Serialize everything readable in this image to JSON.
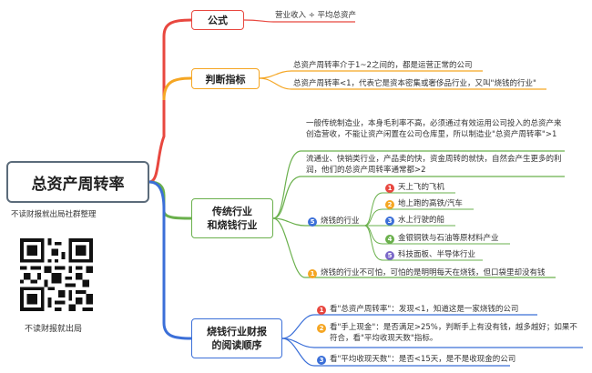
{
  "root": "总资产周转率",
  "side": {
    "caption": "不读财报就出局社群整理",
    "qr_label": "不读财报就出局"
  },
  "colors": {
    "red": "#e8473f",
    "orange": "#f5a623",
    "green": "#6ab04c",
    "blue": "#3b6fd8",
    "purple": "#7b68c8",
    "root_border": "#5b6b7a"
  },
  "branches": {
    "formula": {
      "title": "公式",
      "items": [
        "营业收入 ÷ 平均总资产"
      ]
    },
    "judgement": {
      "title": "判断指标",
      "items": [
        "总资产周转率介于1~2之间的，都是运营正常的公司",
        "总资产周转率<1，代表它是资本密集或奢侈品行业，又叫\"烧钱的行业\""
      ]
    },
    "industry": {
      "title_line1": "传统行业",
      "title_line2": "和烧钱行业",
      "para1": "一般传统制造业，本身毛利率不高，必须通过有效运用公司投入的总资产来创造营收，不能让资产闲置在公司仓库里，所以制造业\"总资产周转率\">1",
      "para2": "流通业、快销类行业，产品卖的快，资金周转的就快，自然会产生更多的利润，他们的总资产周转率通常都>2",
      "burn_label": "烧钱的行业",
      "burn_items": [
        {
          "num": "1",
          "text": "天上飞的飞机"
        },
        {
          "num": "2",
          "text": "地上跑的高铁/汽车"
        },
        {
          "num": "3",
          "text": "水上行驶的船"
        },
        {
          "num": "4",
          "text": "金银铜铁与石油等原材料产业"
        },
        {
          "num": "5",
          "text": "科技面板、半导体行业"
        }
      ],
      "note_num": "1",
      "note": "烧钱的行业不可怕，可怕的是明明每天在烧钱，但口袋里却没有钱"
    },
    "reading": {
      "title_line1": "烧钱行业财报",
      "title_line2": "的阅读顺序",
      "items": [
        {
          "num": "1",
          "text": "看\"总资产周转率\"：发现<1，知道这是一家烧钱的公司"
        },
        {
          "num": "2",
          "text": "看\"手上现金\"：是否满足>25%，判断手上有没有钱，越多越好；如果不符合，看\"平均收现天数\"指标。"
        },
        {
          "num": "3",
          "text": "看\"平均收现天数\"：是否<15天，是不是收现金的公司"
        }
      ]
    }
  }
}
